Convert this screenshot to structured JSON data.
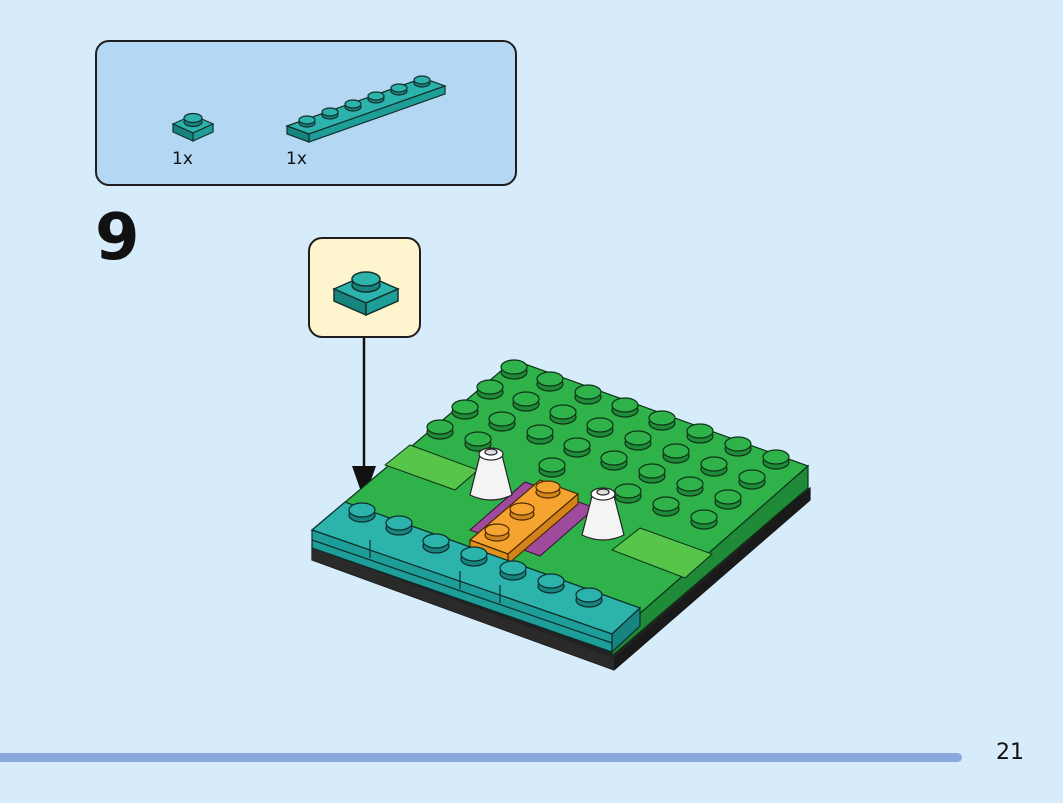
{
  "parts": [
    {
      "quantity": "1x",
      "name": "teal-plate-1x1"
    },
    {
      "quantity": "1x",
      "name": "teal-plate-1x6"
    }
  ],
  "step_number": "9",
  "page_number": "21",
  "colors": {
    "background": "#d6ecfb",
    "parts_box": "#b4d7f3",
    "callout": "#fef4cd",
    "teal": "#1e9e98",
    "green": "#2fb24a",
    "lime": "#57c44a",
    "orange": "#f5a430",
    "magenta": "#a04a9c",
    "progress": "#8aa8dc"
  }
}
